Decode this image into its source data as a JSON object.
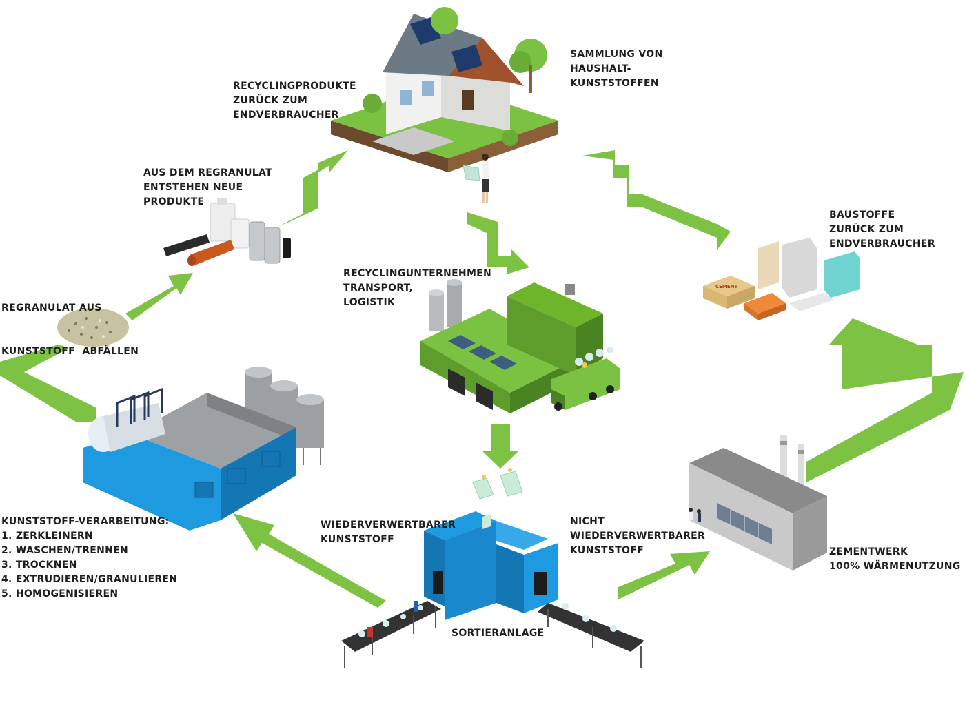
{
  "colors": {
    "arrow": "#7dc242",
    "arrow_dark": "#3d7f1f",
    "building_green": "#6fb52c",
    "building_blue": "#1e9be0",
    "cement_grey": "#8a8a8a",
    "grass": "#7cc242",
    "text": "#1d1d1b"
  },
  "icons": {
    "house": "house-icon",
    "recycling_company": "recycling-facility-icon",
    "sorting": "sorting-plant-icon",
    "processing": "processing-plant-icon",
    "cement_plant": "cement-plant-icon",
    "granulate": "granulate-pile-icon",
    "products": "new-products-icon",
    "building_materials": "building-materials-icon",
    "bags": "recycling-bags-icon"
  },
  "labels": {
    "household_collection": [
      "SAMMLUNG VON",
      "HAUSHALT-",
      "KUNSTSTOFFEN"
    ],
    "products_back": [
      "RECYCLINGPRODUKTE",
      "ZURÜCK ZUM",
      "ENDVERBRAUCHER"
    ],
    "new_products": [
      "AUS DEM REGRANULAT",
      "ENTSTEHEN NEUE",
      "PRODUKTE"
    ],
    "regranulate": [
      "REGRANULAT AUS",
      "KUNSTSTOFF  ABFÄLLEN"
    ],
    "recycling_company": [
      "RECYCLINGUNTERNEHMEN",
      "TRANSPORT,",
      "LOGISTIK"
    ],
    "building_materials": [
      "BAUSTOFFE",
      "ZURÜCK ZUM",
      "ENDVERBRAUCHER"
    ],
    "processing": [
      "KUNSTSTOFF-VERARBEITUNG:",
      "1. ZERKLEINERN",
      "2. WASCHEN/TRENNEN",
      "3. TROCKNEN",
      "4. EXTRUDIEREN/GRANULIEREN",
      "5. HOMOGENISIEREN"
    ],
    "recyclable": [
      "WIEDERVERWERTBARER",
      "KUNSTSTOFF"
    ],
    "non_recyclable": [
      "NICHT",
      "WIEDERVERWERTBARER",
      "KUNSTSTOFF"
    ],
    "cement_plant": [
      "ZEMENTWERK",
      "100% WÄRMENUTZUNG"
    ],
    "sorting": [
      "SORTIERANLAGE"
    ],
    "cement_bag_text": "CEMENT"
  }
}
